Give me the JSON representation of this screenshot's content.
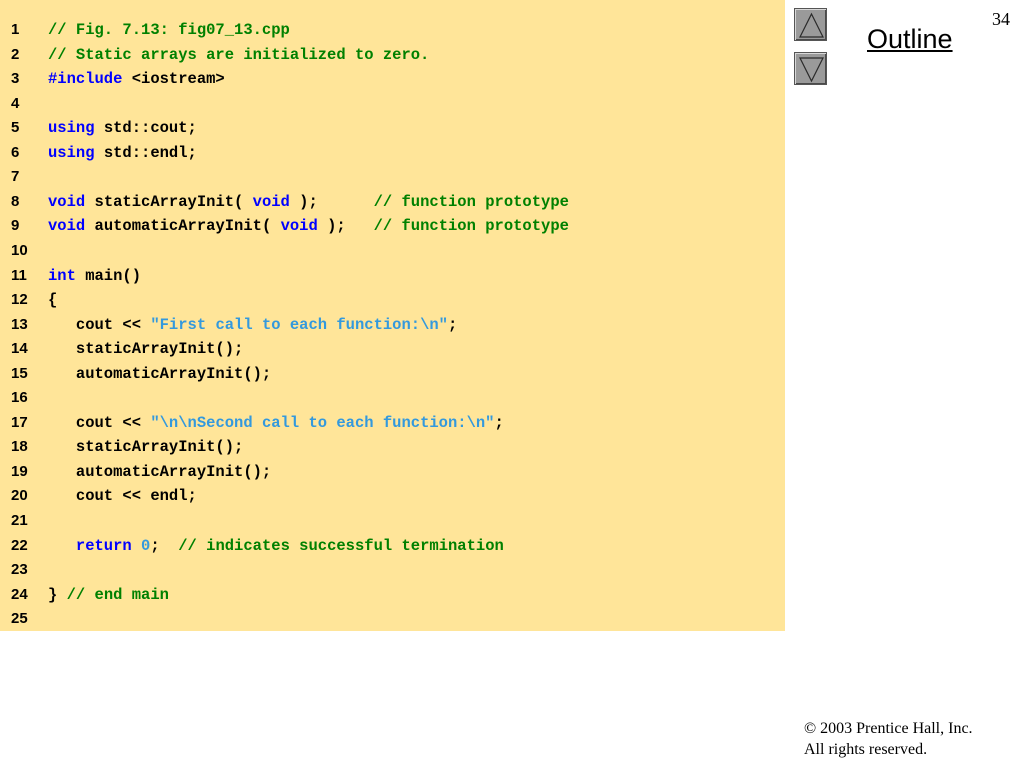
{
  "slide": {
    "page_number": "34",
    "outline_label": "Outline",
    "copyright_line1": "© 2003 Prentice Hall, Inc.",
    "copyright_line2": "All rights reserved.",
    "icons": {
      "up": "triangle-up-icon",
      "down": "triangle-down-icon"
    }
  },
  "colors": {
    "panel_bg": "#ffe599",
    "comment": "#008000",
    "keyword": "#0000ff",
    "string": "#3399dd",
    "plain": "#000000"
  },
  "code_lines": [
    {
      "num": "1",
      "tokens": [
        {
          "t": "// Fig. 7.13: fig07_13.cpp",
          "k": "comment"
        }
      ]
    },
    {
      "num": "2",
      "tokens": [
        {
          "t": "// Static arrays are initialized to zero.",
          "k": "comment"
        }
      ]
    },
    {
      "num": "3",
      "tokens": [
        {
          "t": "#include",
          "k": "keyword"
        },
        {
          "t": " <iostream>",
          "k": "plain"
        }
      ]
    },
    {
      "num": "4",
      "tokens": []
    },
    {
      "num": "5",
      "tokens": [
        {
          "t": "using",
          "k": "keyword"
        },
        {
          "t": " std::cout;",
          "k": "plain"
        }
      ]
    },
    {
      "num": "6",
      "tokens": [
        {
          "t": "using",
          "k": "keyword"
        },
        {
          "t": " std::endl;",
          "k": "plain"
        }
      ]
    },
    {
      "num": "7",
      "tokens": []
    },
    {
      "num": "8",
      "tokens": [
        {
          "t": "void",
          "k": "keyword"
        },
        {
          "t": " staticArrayInit( ",
          "k": "plain"
        },
        {
          "t": "void",
          "k": "keyword"
        },
        {
          "t": " );      ",
          "k": "plain"
        },
        {
          "t": "// function prototype",
          "k": "comment"
        }
      ]
    },
    {
      "num": "9",
      "tokens": [
        {
          "t": "void",
          "k": "keyword"
        },
        {
          "t": " automaticArrayInit( ",
          "k": "plain"
        },
        {
          "t": "void",
          "k": "keyword"
        },
        {
          "t": " );   ",
          "k": "plain"
        },
        {
          "t": "// function prototype",
          "k": "comment"
        }
      ]
    },
    {
      "num": "10",
      "tokens": []
    },
    {
      "num": "11",
      "tokens": [
        {
          "t": "int",
          "k": "keyword"
        },
        {
          "t": " main()",
          "k": "plain"
        }
      ]
    },
    {
      "num": "12",
      "tokens": [
        {
          "t": "{",
          "k": "plain"
        }
      ]
    },
    {
      "num": "13",
      "tokens": [
        {
          "t": "   cout << ",
          "k": "plain"
        },
        {
          "t": "\"First call to each function:\\n\"",
          "k": "string"
        },
        {
          "t": ";",
          "k": "plain"
        }
      ]
    },
    {
      "num": "14",
      "tokens": [
        {
          "t": "   staticArrayInit();",
          "k": "plain"
        }
      ]
    },
    {
      "num": "15",
      "tokens": [
        {
          "t": "   automaticArrayInit();",
          "k": "plain"
        }
      ]
    },
    {
      "num": "16",
      "tokens": []
    },
    {
      "num": "17",
      "tokens": [
        {
          "t": "   cout << ",
          "k": "plain"
        },
        {
          "t": "\"\\n\\nSecond call to each function:\\n\"",
          "k": "string"
        },
        {
          "t": ";",
          "k": "plain"
        }
      ]
    },
    {
      "num": "18",
      "tokens": [
        {
          "t": "   staticArrayInit();",
          "k": "plain"
        }
      ]
    },
    {
      "num": "19",
      "tokens": [
        {
          "t": "   automaticArrayInit();",
          "k": "plain"
        }
      ]
    },
    {
      "num": "20",
      "tokens": [
        {
          "t": "   cout << endl;",
          "k": "plain"
        }
      ]
    },
    {
      "num": "21",
      "tokens": []
    },
    {
      "num": "22",
      "tokens": [
        {
          "t": "   ",
          "k": "plain"
        },
        {
          "t": "return",
          "k": "keyword"
        },
        {
          "t": " ",
          "k": "plain"
        },
        {
          "t": "0",
          "k": "number"
        },
        {
          "t": ";  ",
          "k": "plain"
        },
        {
          "t": "// indicates successful termination",
          "k": "comment"
        }
      ]
    },
    {
      "num": "23",
      "tokens": []
    },
    {
      "num": "24",
      "tokens": [
        {
          "t": "} ",
          "k": "plain"
        },
        {
          "t": "// end main",
          "k": "comment"
        }
      ]
    },
    {
      "num": "25",
      "tokens": []
    }
  ]
}
